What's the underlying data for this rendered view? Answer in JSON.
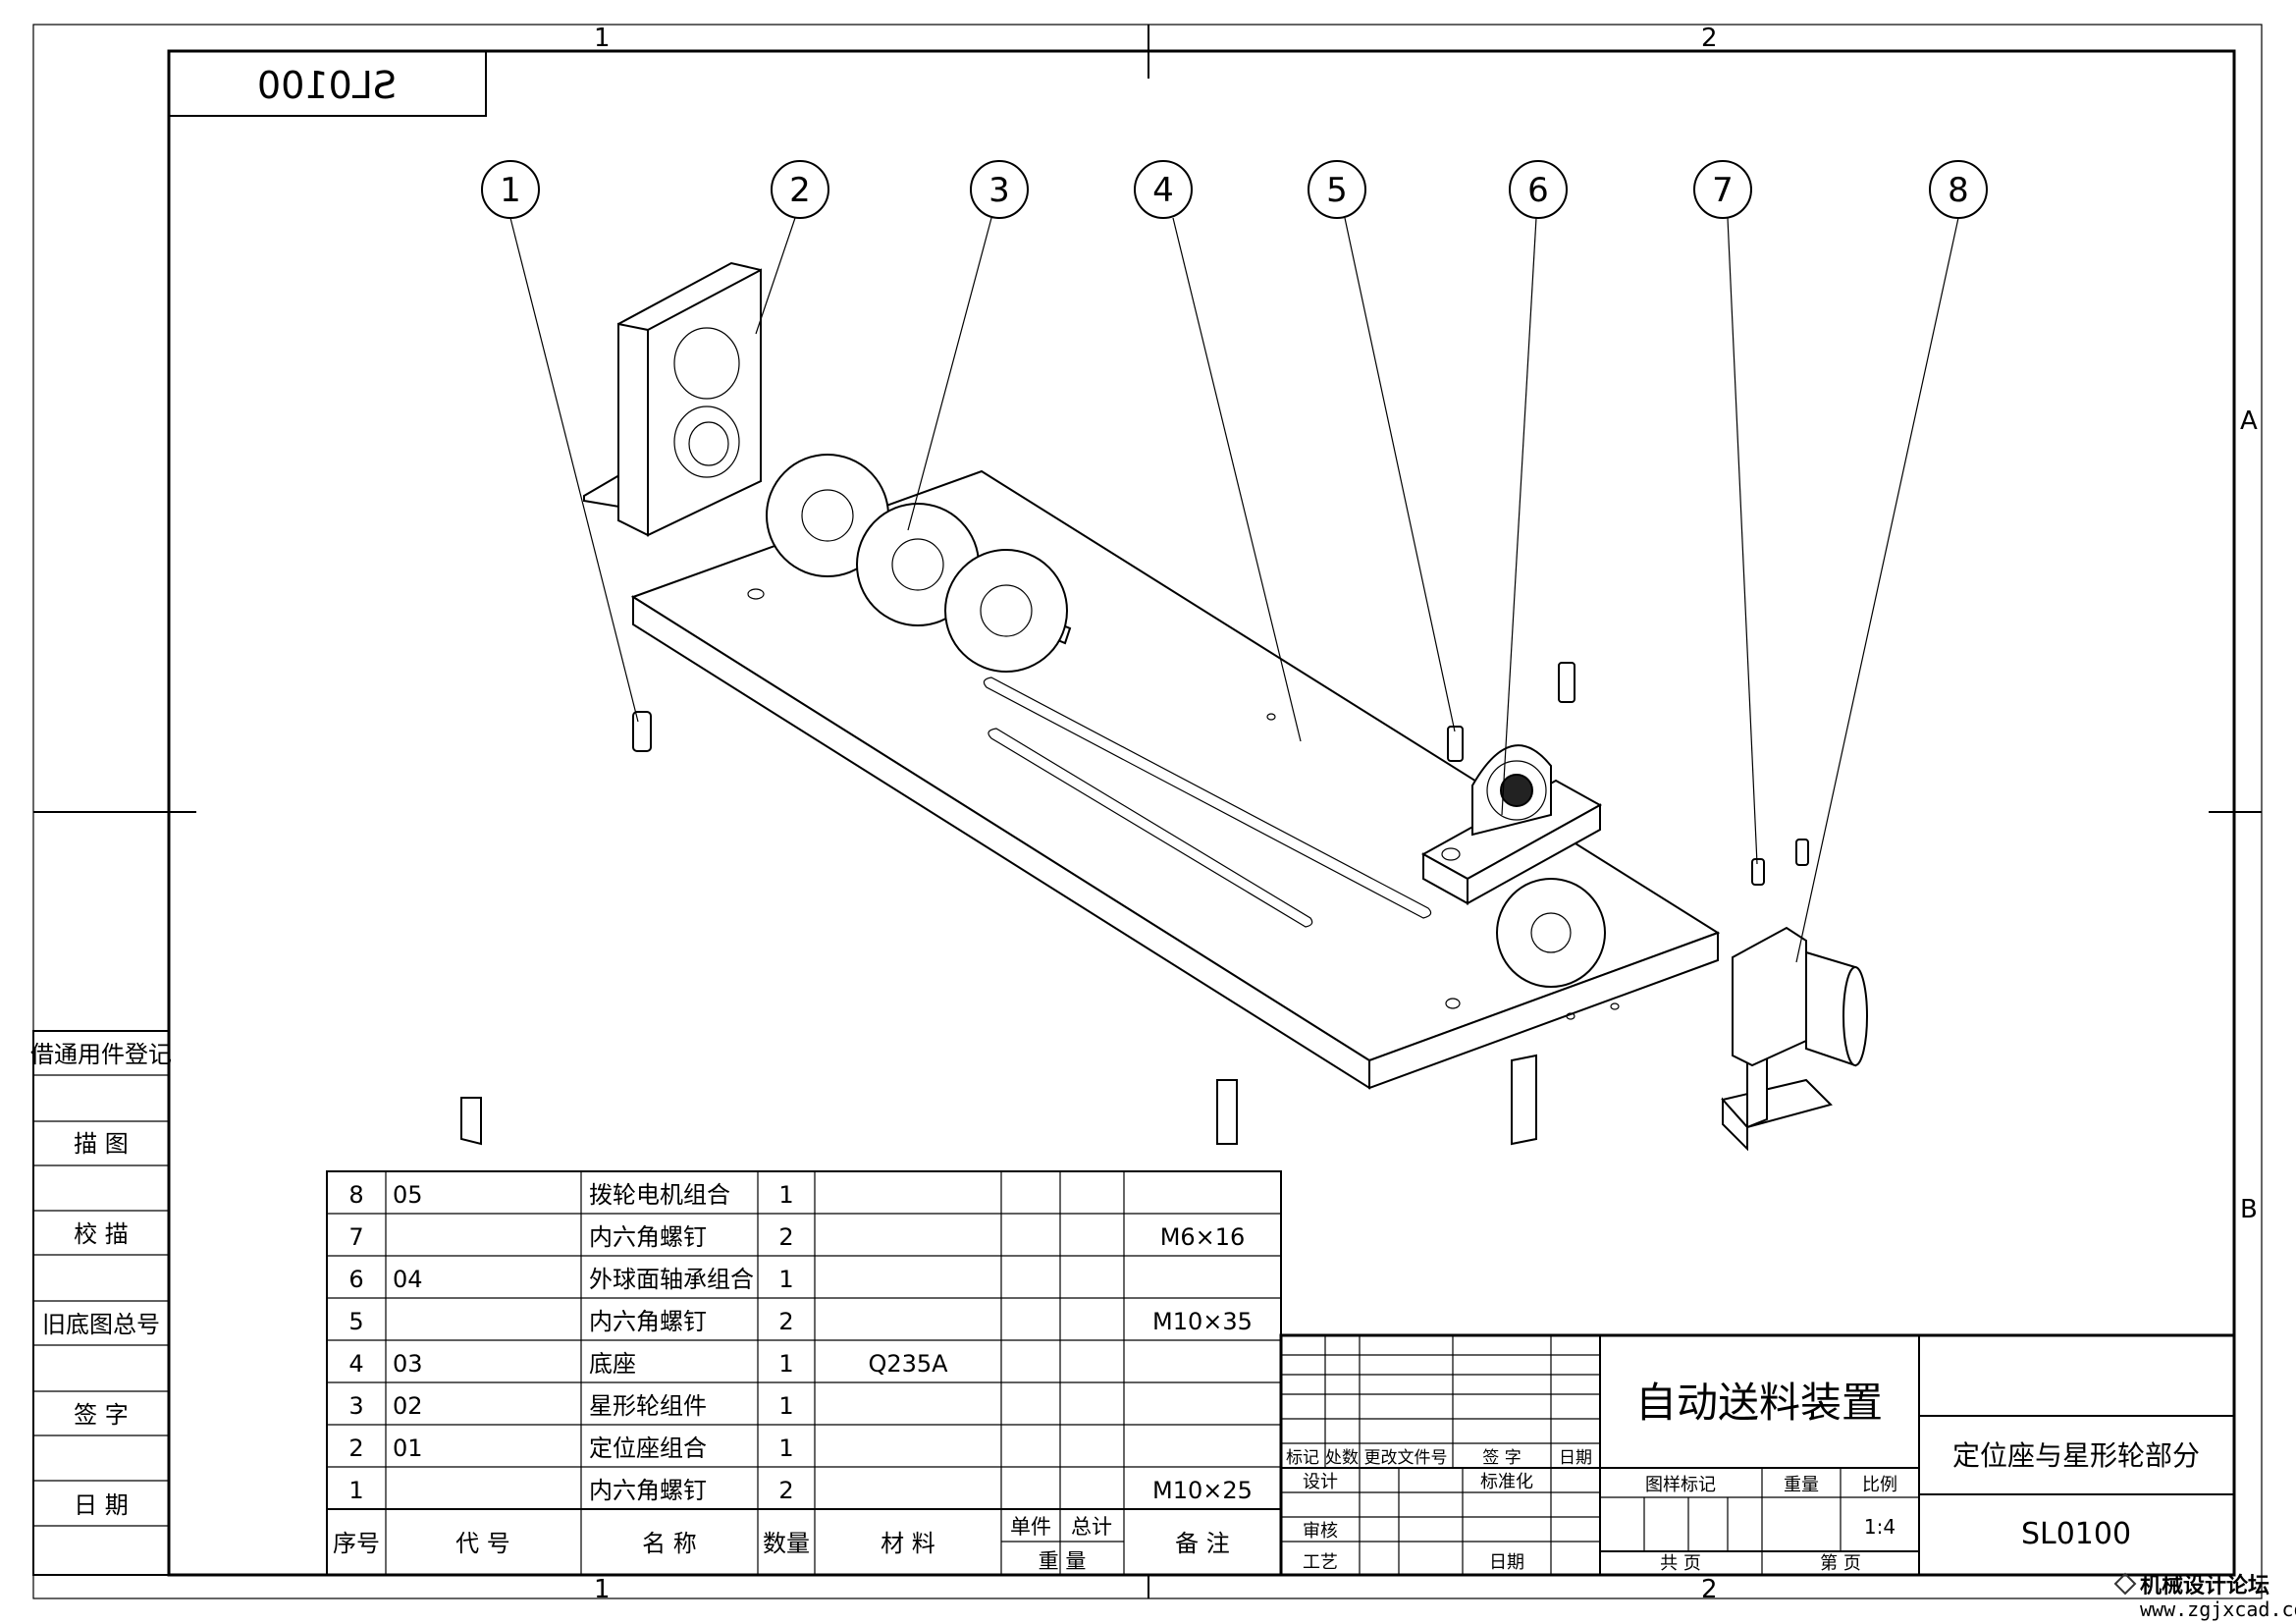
{
  "drawing": {
    "code_mirrored": "SL0100",
    "zone_cols": [
      "1",
      "2"
    ],
    "zone_rows": [
      "A",
      "B"
    ]
  },
  "balloons": [
    "1",
    "2",
    "3",
    "4",
    "5",
    "6",
    "7",
    "8"
  ],
  "side_column": [
    "借通用件登记",
    "描 图",
    "校 描",
    "旧底图总号",
    "签 字",
    "日 期"
  ],
  "bom": {
    "rows": [
      {
        "no": "8",
        "code": "05",
        "name": "拨轮电机组合",
        "qty": "1",
        "material": "",
        "note": ""
      },
      {
        "no": "7",
        "code": "",
        "name": "内六角螺钉",
        "qty": "2",
        "material": "",
        "note": "M6×16"
      },
      {
        "no": "6",
        "code": "04",
        "name": "外球面轴承组合",
        "qty": "1",
        "material": "",
        "note": ""
      },
      {
        "no": "5",
        "code": "",
        "name": "内六角螺钉",
        "qty": "2",
        "material": "",
        "note": "M10×35"
      },
      {
        "no": "4",
        "code": "03",
        "name": "底座",
        "qty": "1",
        "material": "Q235A",
        "note": ""
      },
      {
        "no": "3",
        "code": "02",
        "name": "星形轮组件",
        "qty": "1",
        "material": "",
        "note": ""
      },
      {
        "no": "2",
        "code": "01",
        "name": "定位座组合",
        "qty": "1",
        "material": "",
        "note": ""
      },
      {
        "no": "1",
        "code": "",
        "name": "内六角螺钉",
        "qty": "2",
        "material": "",
        "note": "M10×25"
      }
    ],
    "header": {
      "no": "序号",
      "code": "代 号",
      "name": "名 称",
      "qty": "数量",
      "material": "材 料",
      "unit": "单件",
      "total": "总计",
      "weight": "重 量",
      "note": "备 注"
    }
  },
  "title_block": {
    "rev_labels": [
      "标记",
      "处数",
      "更改文件号",
      "签 字",
      "日期"
    ],
    "design": "设计",
    "standardize": "标准化",
    "review": "审核",
    "process": "工艺",
    "date": "日期",
    "stage_mark": "图样标记",
    "weight": "重量",
    "scale": "比例",
    "scale_value": "1:4",
    "total_sheets": "共  页",
    "sheet_no": "第  页",
    "drawing_title": "自动送料装置",
    "part_title": "定位座与星形轮部分",
    "drawing_number": "SL0100"
  },
  "watermark": {
    "name": "机械设计论坛",
    "url": "www.zgjxcad.com"
  }
}
